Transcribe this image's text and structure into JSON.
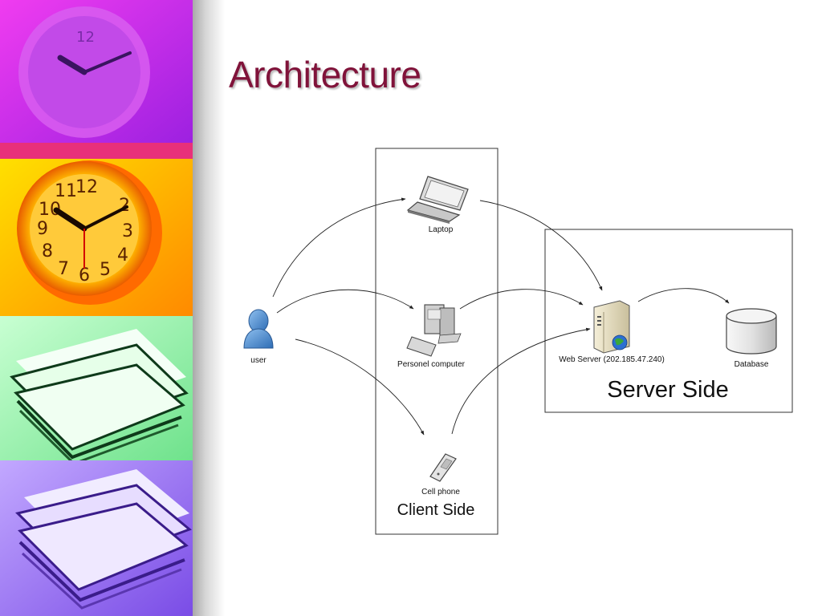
{
  "slide": {
    "title": "Architecture"
  },
  "diagram": {
    "nodes": {
      "user": "user",
      "laptop": "Laptop",
      "pc": "Personel computer",
      "cellphone": "Cell phone",
      "webserver": "Web Server (202.185.47.240)",
      "database": "Database"
    },
    "groups": {
      "client": "Client Side",
      "server": "Server Side"
    },
    "edges": [
      {
        "from": "user",
        "to": "laptop"
      },
      {
        "from": "user",
        "to": "pc"
      },
      {
        "from": "user",
        "to": "cellphone"
      },
      {
        "from": "laptop",
        "to": "webserver"
      },
      {
        "from": "pc",
        "to": "webserver"
      },
      {
        "from": "cellphone",
        "to": "webserver"
      },
      {
        "from": "webserver",
        "to": "database"
      }
    ]
  },
  "colors": {
    "title": "#80133a",
    "user_icon": "#4e86c6"
  }
}
